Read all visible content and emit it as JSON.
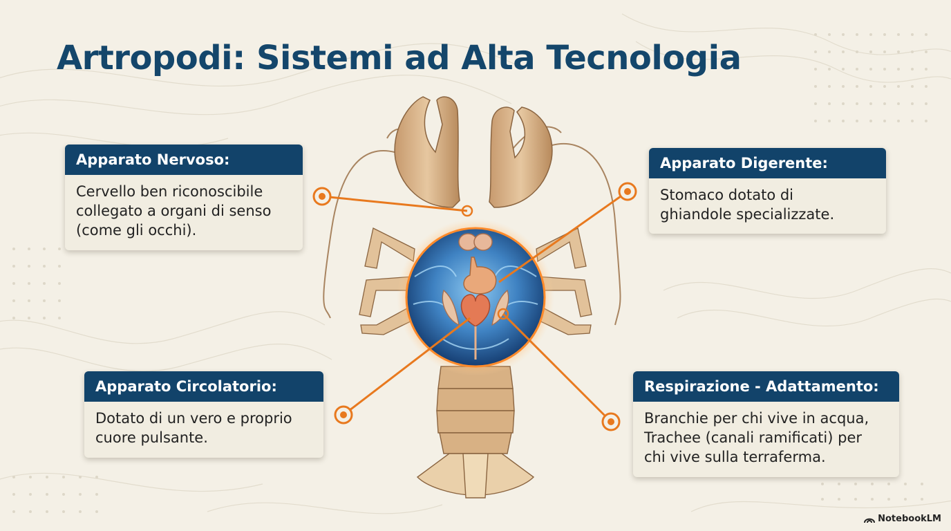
{
  "title": "Artropodi: Sistemi ad Alta Tecnologia",
  "colors": {
    "background": "#f4f0e6",
    "title": "#14466b",
    "card_header": "#12436a",
    "card_body": "#f1ede1",
    "connector": "#e8791e"
  },
  "cards": {
    "nervoso": {
      "title": "Apparato Nervoso:",
      "lines": [
        "Cervello ben riconoscibile",
        "collegato a organi di senso",
        "(come gli occhi)."
      ]
    },
    "digerente": {
      "title": "Apparato Digerente:",
      "lines": [
        "Stomaco dotato di",
        "ghiandole specializzate."
      ]
    },
    "circolatorio": {
      "title": "Apparato Circolatorio:",
      "lines": [
        "Dotato di un vero e proprio",
        "cuore pulsante."
      ]
    },
    "respirazione": {
      "title": "Respirazione - Adattamento:",
      "lines": [
        "Branchie per chi vive in acqua,",
        "Trachee (canali ramificati) per",
        "chi vive sulla terraferma."
      ]
    }
  },
  "icons": {
    "brand": "notebooklm-logo-icon",
    "illustration": "lobster-illustration",
    "brain": "brain-icon",
    "stomach": "stomach-icon",
    "heart": "heart-icon",
    "gills": "gills-icon"
  },
  "brand": "NotebookLM"
}
